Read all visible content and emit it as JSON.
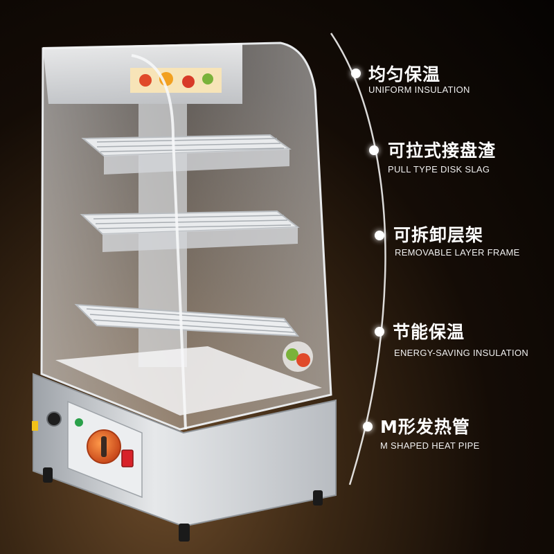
{
  "features": [
    {
      "zh": "均匀保温",
      "en": "UNIFORM INSULATION"
    },
    {
      "zh": "可拉式接盘渣",
      "en": "PULL TYPE DISK SLAG"
    },
    {
      "zh": "可拆卸层架",
      "en": "REMOVABLE LAYER FRAME"
    },
    {
      "zh": "节能保温",
      "en": "ENERGY-SAVING INSULATION"
    },
    {
      "zh": "M形发热管",
      "en": "M SHAPED HEAT PIPE"
    }
  ],
  "colors": {
    "background_dark": "#050302",
    "background_warm": "#6a4a2a",
    "text": "#ffffff",
    "steel": "#cfd2d6",
    "control_orange": "#e8641e",
    "switch_red": "#d8222a",
    "indicator_green": "#2aa04a"
  }
}
